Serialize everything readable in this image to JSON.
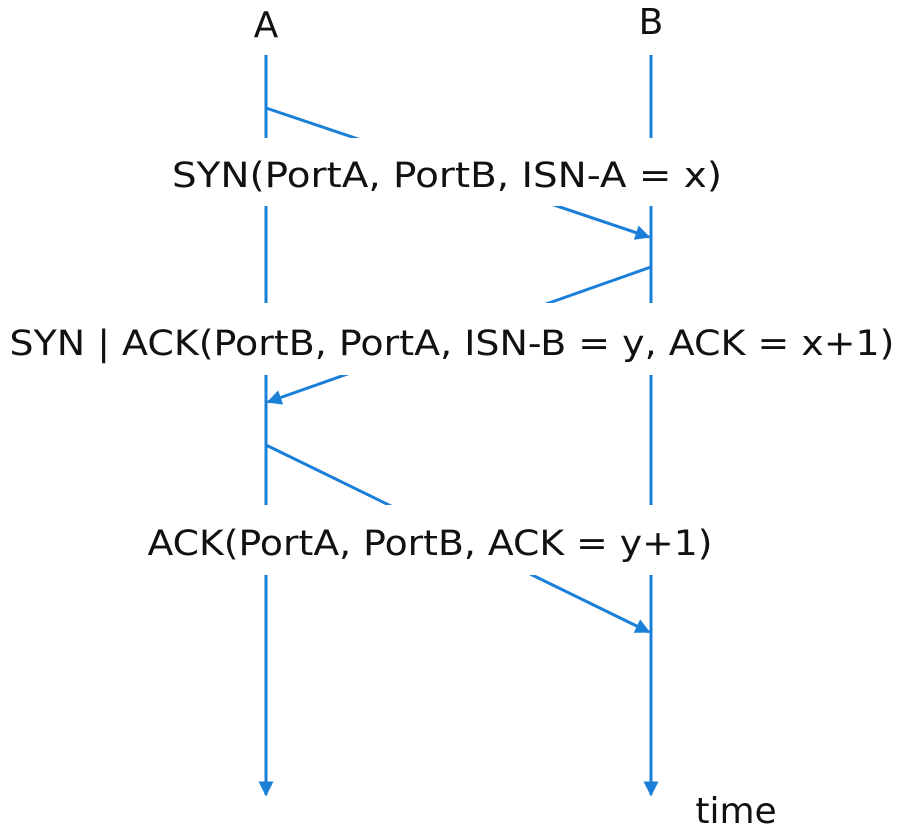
{
  "participants": {
    "a": "A",
    "b": "B"
  },
  "messages": [
    {
      "from": "A",
      "to": "B",
      "label": "SYN(PortA, PortB, ISN-A = x)"
    },
    {
      "from": "B",
      "to": "A",
      "label": "SYN | ACK(PortB, PortA, ISN-B = y, ACK = x+1)"
    },
    {
      "from": "A",
      "to": "B",
      "label": "ACK(PortA, PortB, ACK = y+1)"
    }
  ],
  "axis": {
    "time_label": "time"
  },
  "colors": {
    "line": "#1a7fd8",
    "text": "#111111"
  }
}
